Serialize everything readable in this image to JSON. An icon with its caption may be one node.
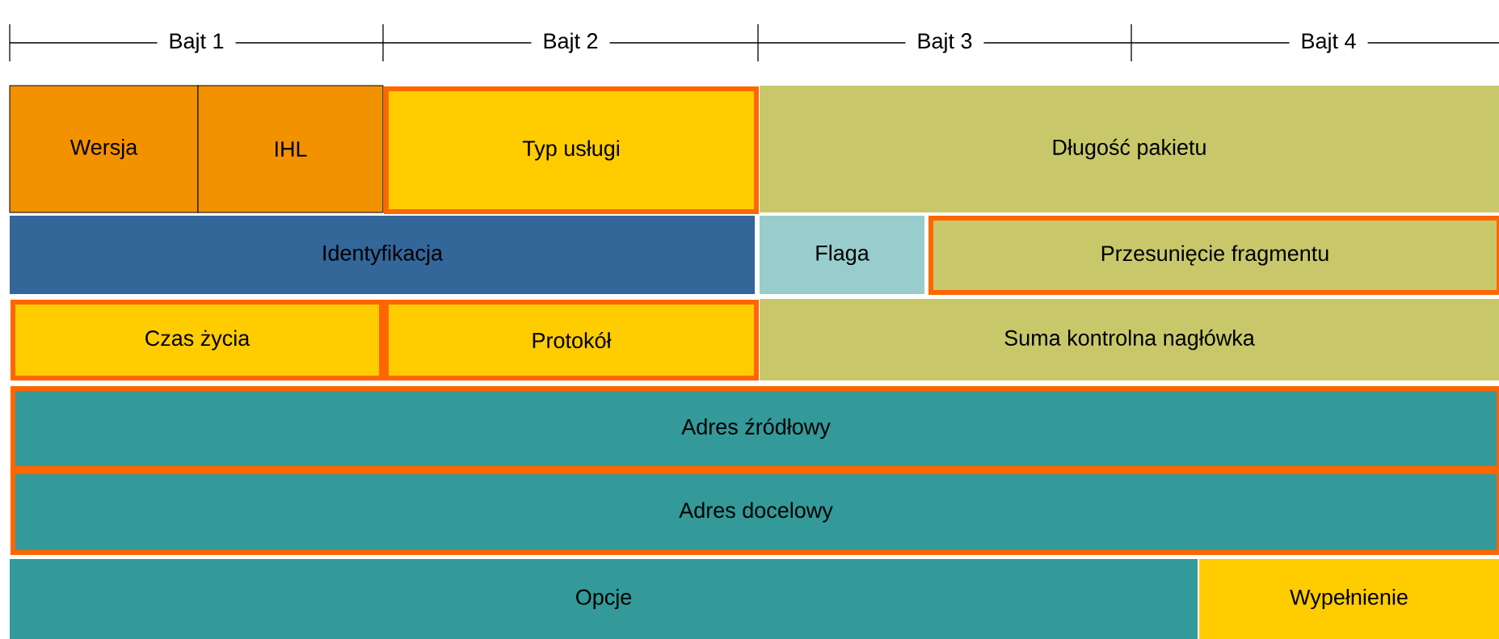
{
  "diagram": {
    "nodes": [
      {
        "text": [
          "Wersja"
        ]
      },
      {
        "text": [
          "IHL"
        ]
      },
      {
        "text": [
          "Typ usługi"
        ]
      },
      {
        "text": [
          "Długość pakietu"
        ]
      },
      {
        "text": [
          "Identyfikacja"
        ]
      },
      {
        "text": [
          "Flaga"
        ]
      },
      {
        "text": [
          "Przesunięcie fragmentu"
        ]
      },
      {
        "text": [
          "Czas życia"
        ]
      },
      {
        "text": [
          "Protokół"
        ]
      },
      {
        "text": [
          "Suma kontrolna nagłówka"
        ]
      },
      {
        "text": [
          "Adres źródłowy"
        ]
      },
      {
        "text": [
          "Adres docelowy"
        ]
      },
      {
        "text": [
          "Opcje"
        ]
      },
      {
        "text": [
          "Wypełnienie"
        ]
      }
    ],
    "labels": [
      "Bajt 1",
      "Bajt 2",
      "Bajt 3",
      "Bajt 4"
    ]
  }
}
